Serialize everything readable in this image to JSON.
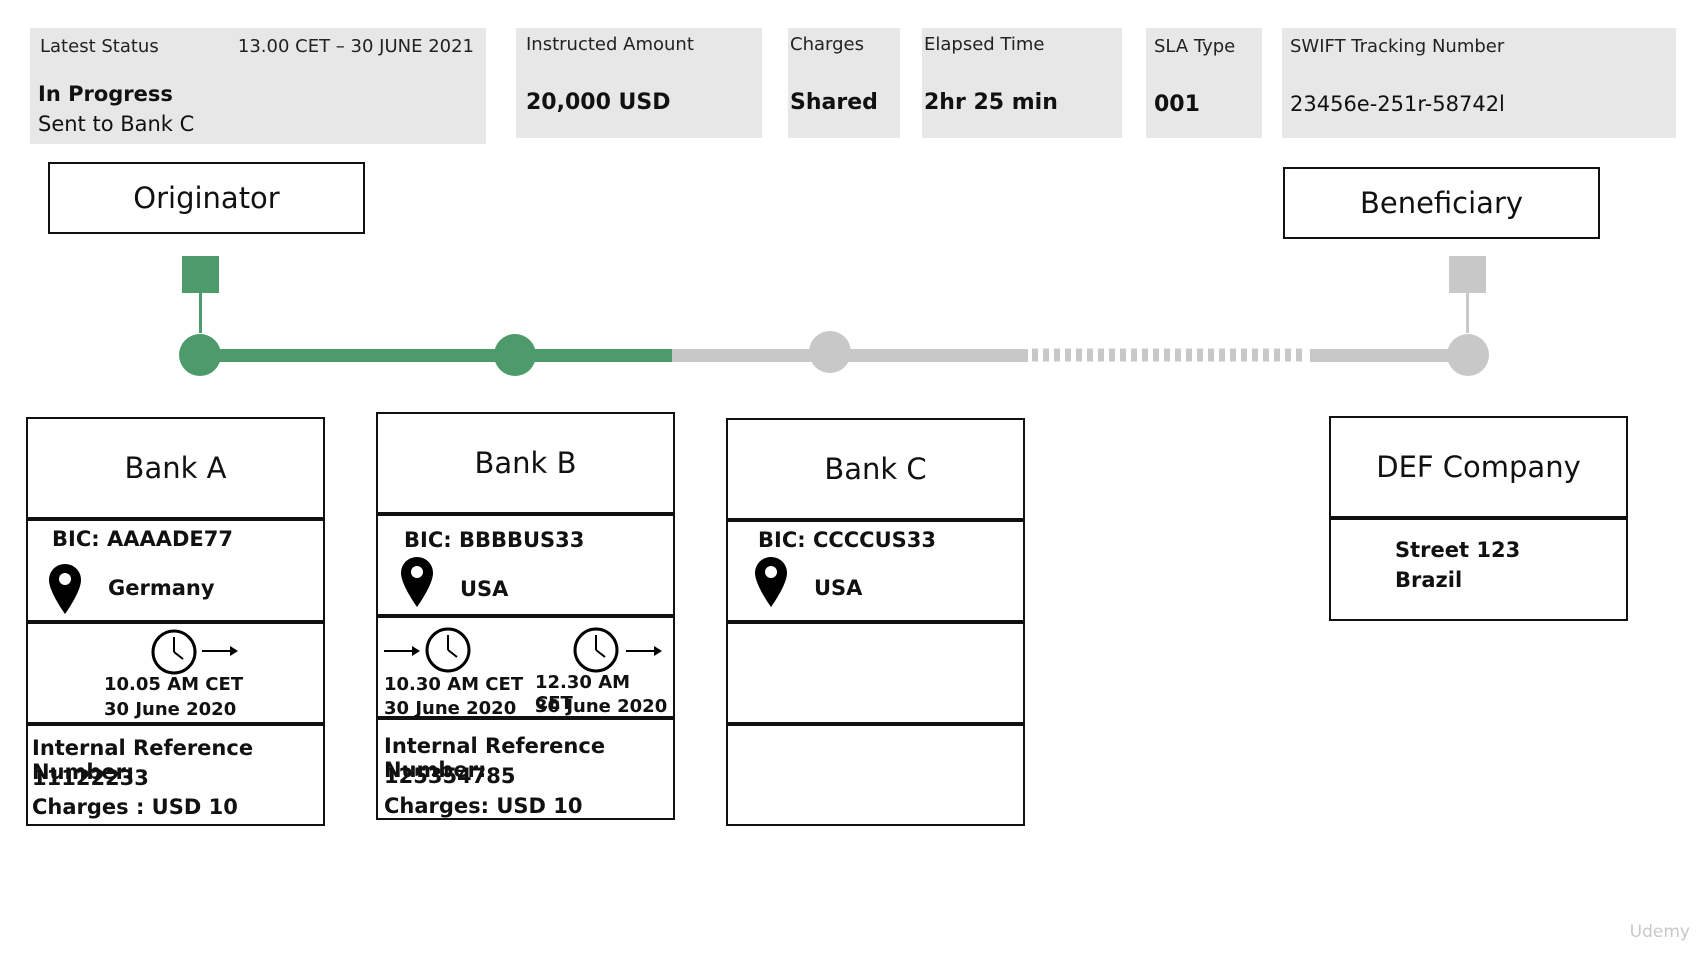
{
  "status": {
    "label": "Latest Status",
    "timestamp": "13.00 CET – 30 JUNE 2021",
    "state": "In Progress",
    "detail": "Sent to Bank C"
  },
  "cards": [
    {
      "label": "Instructed Amount",
      "value": "20,000 USD"
    },
    {
      "label": "Charges",
      "value": "Shared"
    },
    {
      "label": "Elapsed Time",
      "value": "2hr 25 min"
    },
    {
      "label": "SLA Type",
      "value": "001"
    },
    {
      "label": "SWIFT Tracking Number",
      "value": "23456e-251r-58742l"
    }
  ],
  "originator": {
    "label": "Originator"
  },
  "beneficiary": {
    "label": "Beneficiary"
  },
  "colors": {
    "progress": "#4d9a6a",
    "pending": "#c8c8c8",
    "card_bg": "#e7e7e7"
  },
  "banks": [
    {
      "name": "Bank A",
      "bic": "BIC: AAAADE77",
      "country": "Germany",
      "times": [
        {
          "time": "10.05 AM CET",
          "date": "30 June 2020"
        }
      ],
      "ref_label": "Internal Reference Number:",
      "ref": "11122233",
      "charges": "Charges : USD 10"
    },
    {
      "name": "Bank B",
      "bic": "BIC: BBBBUS33",
      "country": "USA",
      "times": [
        {
          "time": "10.30 AM CET",
          "date": "30 June 2020"
        },
        {
          "time": "12.30 AM CET",
          "date": "30 June 2020"
        }
      ],
      "ref_label": "Internal Reference Number:",
      "ref": "125354785",
      "charges": "Charges: USD 10"
    },
    {
      "name": "Bank C",
      "bic": "BIC: CCCCUS33",
      "country": "USA"
    }
  ],
  "company": {
    "name": "DEF Company",
    "street": "Street 123",
    "country": "Brazil"
  },
  "watermark": "Udemy"
}
